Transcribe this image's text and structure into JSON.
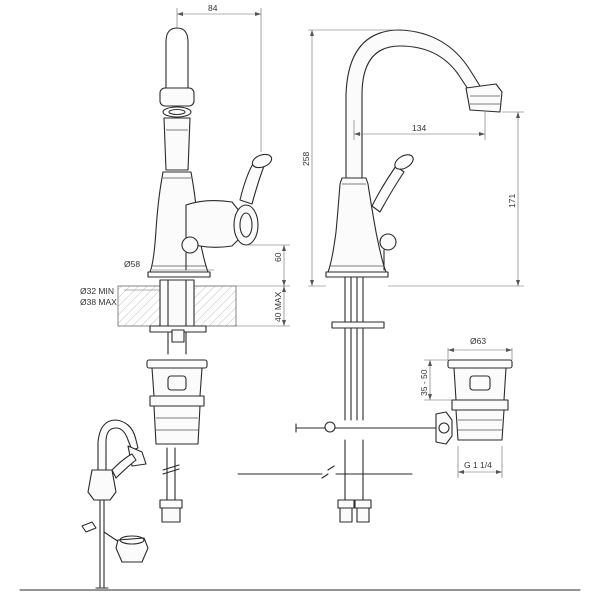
{
  "dimensions": {
    "width_84": "84",
    "height_258": "258",
    "reach_134": "134",
    "height_171": "171",
    "height_60": "60",
    "dia_58": "Ø58",
    "hole_min": "Ø32 MIN",
    "hole_max": "Ø38 MAX",
    "deck_max": "40 MAX",
    "waste_dia": "Ø63",
    "waste_range": "35 - 50",
    "thread": "G 1 1/4"
  }
}
